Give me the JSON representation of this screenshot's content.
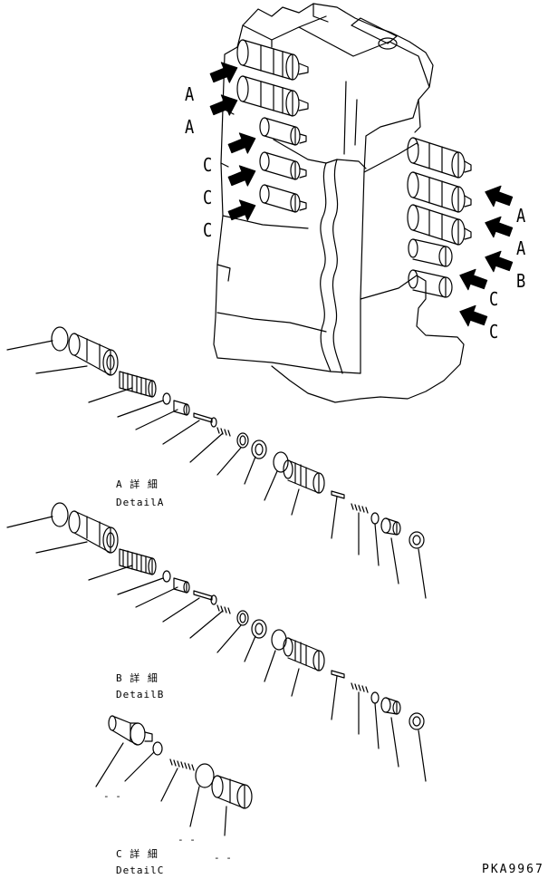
{
  "callouts": {
    "left": [
      "A",
      "A",
      "C",
      "C",
      "C"
    ],
    "right": [
      "A",
      "A",
      "B",
      "C",
      "C"
    ]
  },
  "details": {
    "a": {
      "jp": "A 詳 細",
      "en": "DetailA"
    },
    "b": {
      "jp": "B 詳 細",
      "en": "DetailB"
    },
    "c": {
      "jp": "C 詳 細",
      "en": "DetailC"
    }
  },
  "dashes": [
    "- -",
    "- -",
    "- -"
  ],
  "code": "PKA9967",
  "colors": {
    "ink": "#000000",
    "paper": "#ffffff"
  }
}
